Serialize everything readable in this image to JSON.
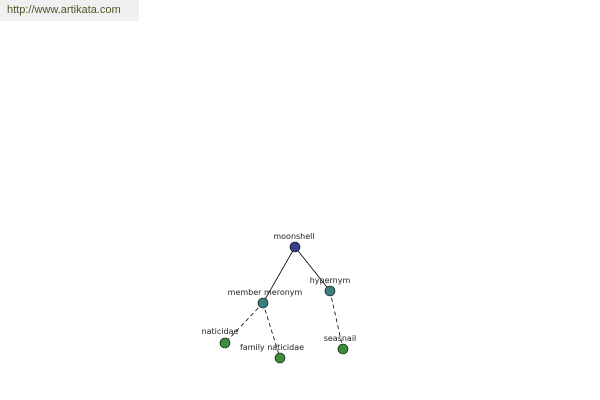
{
  "banner": {
    "url_text": "http://www.artikata.com"
  },
  "graph": {
    "colors": {
      "root": "#3c3c8c",
      "relation": "#3c8080",
      "leaf": "#3c8c3c",
      "edge": "#000000"
    },
    "nodes": [
      {
        "id": "moonshell",
        "label": "moonshell",
        "kind": "root"
      },
      {
        "id": "member-meronym",
        "label": "member meronym",
        "kind": "relation"
      },
      {
        "id": "hypernym",
        "label": "hypernym",
        "kind": "relation"
      },
      {
        "id": "naticidae",
        "label": "naticidae",
        "kind": "leaf"
      },
      {
        "id": "family-naticidae",
        "label": "family naticidae",
        "kind": "leaf"
      },
      {
        "id": "seasnail",
        "label": "seasnail",
        "kind": "leaf"
      }
    ],
    "edges": [
      {
        "from": "moonshell",
        "to": "member-meronym",
        "style": "solid"
      },
      {
        "from": "moonshell",
        "to": "hypernym",
        "style": "solid"
      },
      {
        "from": "member-meronym",
        "to": "naticidae",
        "style": "dashed"
      },
      {
        "from": "member-meronym",
        "to": "family-naticidae",
        "style": "dashed"
      },
      {
        "from": "hypernym",
        "to": "seasnail",
        "style": "dashed"
      }
    ]
  }
}
